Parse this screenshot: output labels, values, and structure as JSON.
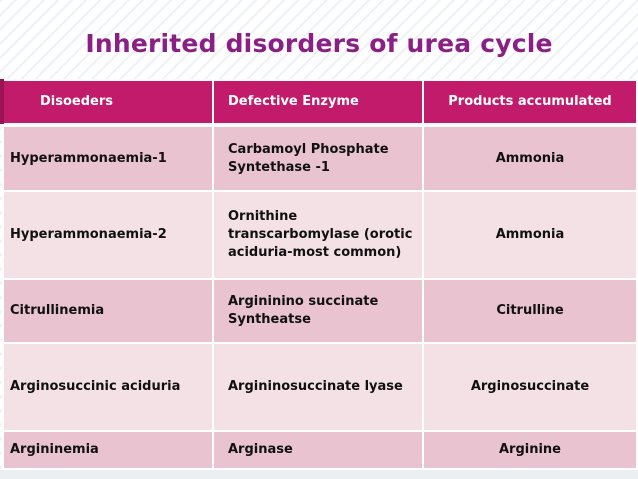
{
  "slide": {
    "title": "Inherited disorders of urea cycle"
  },
  "table": {
    "headers": [
      "Disoeders",
      "Defective Enzyme",
      "Products accumulated"
    ],
    "rows": [
      [
        "Hyperammonaemia-1",
        "Carbamoyl Phosphate Syntethase -1",
        "Ammonia"
      ],
      [
        "Hyperammonaemia-2",
        "Ornithine transcarbomylase (orotic aciduria-most common)",
        "Ammonia"
      ],
      [
        "Citrullinemia",
        "Argininino succinate Syntheatse",
        "Citrulline"
      ],
      [
        "Arginosuccinic aciduria",
        "Argininosuccinate lyase",
        "Arginosuccinate"
      ],
      [
        "Argininemia",
        "Arginase",
        "Arginine"
      ]
    ]
  },
  "colors": {
    "title": "#8a2086",
    "header_bg": "#c21b6b",
    "row_odd": "#e9c3cf",
    "row_even": "#f3e1e6"
  }
}
